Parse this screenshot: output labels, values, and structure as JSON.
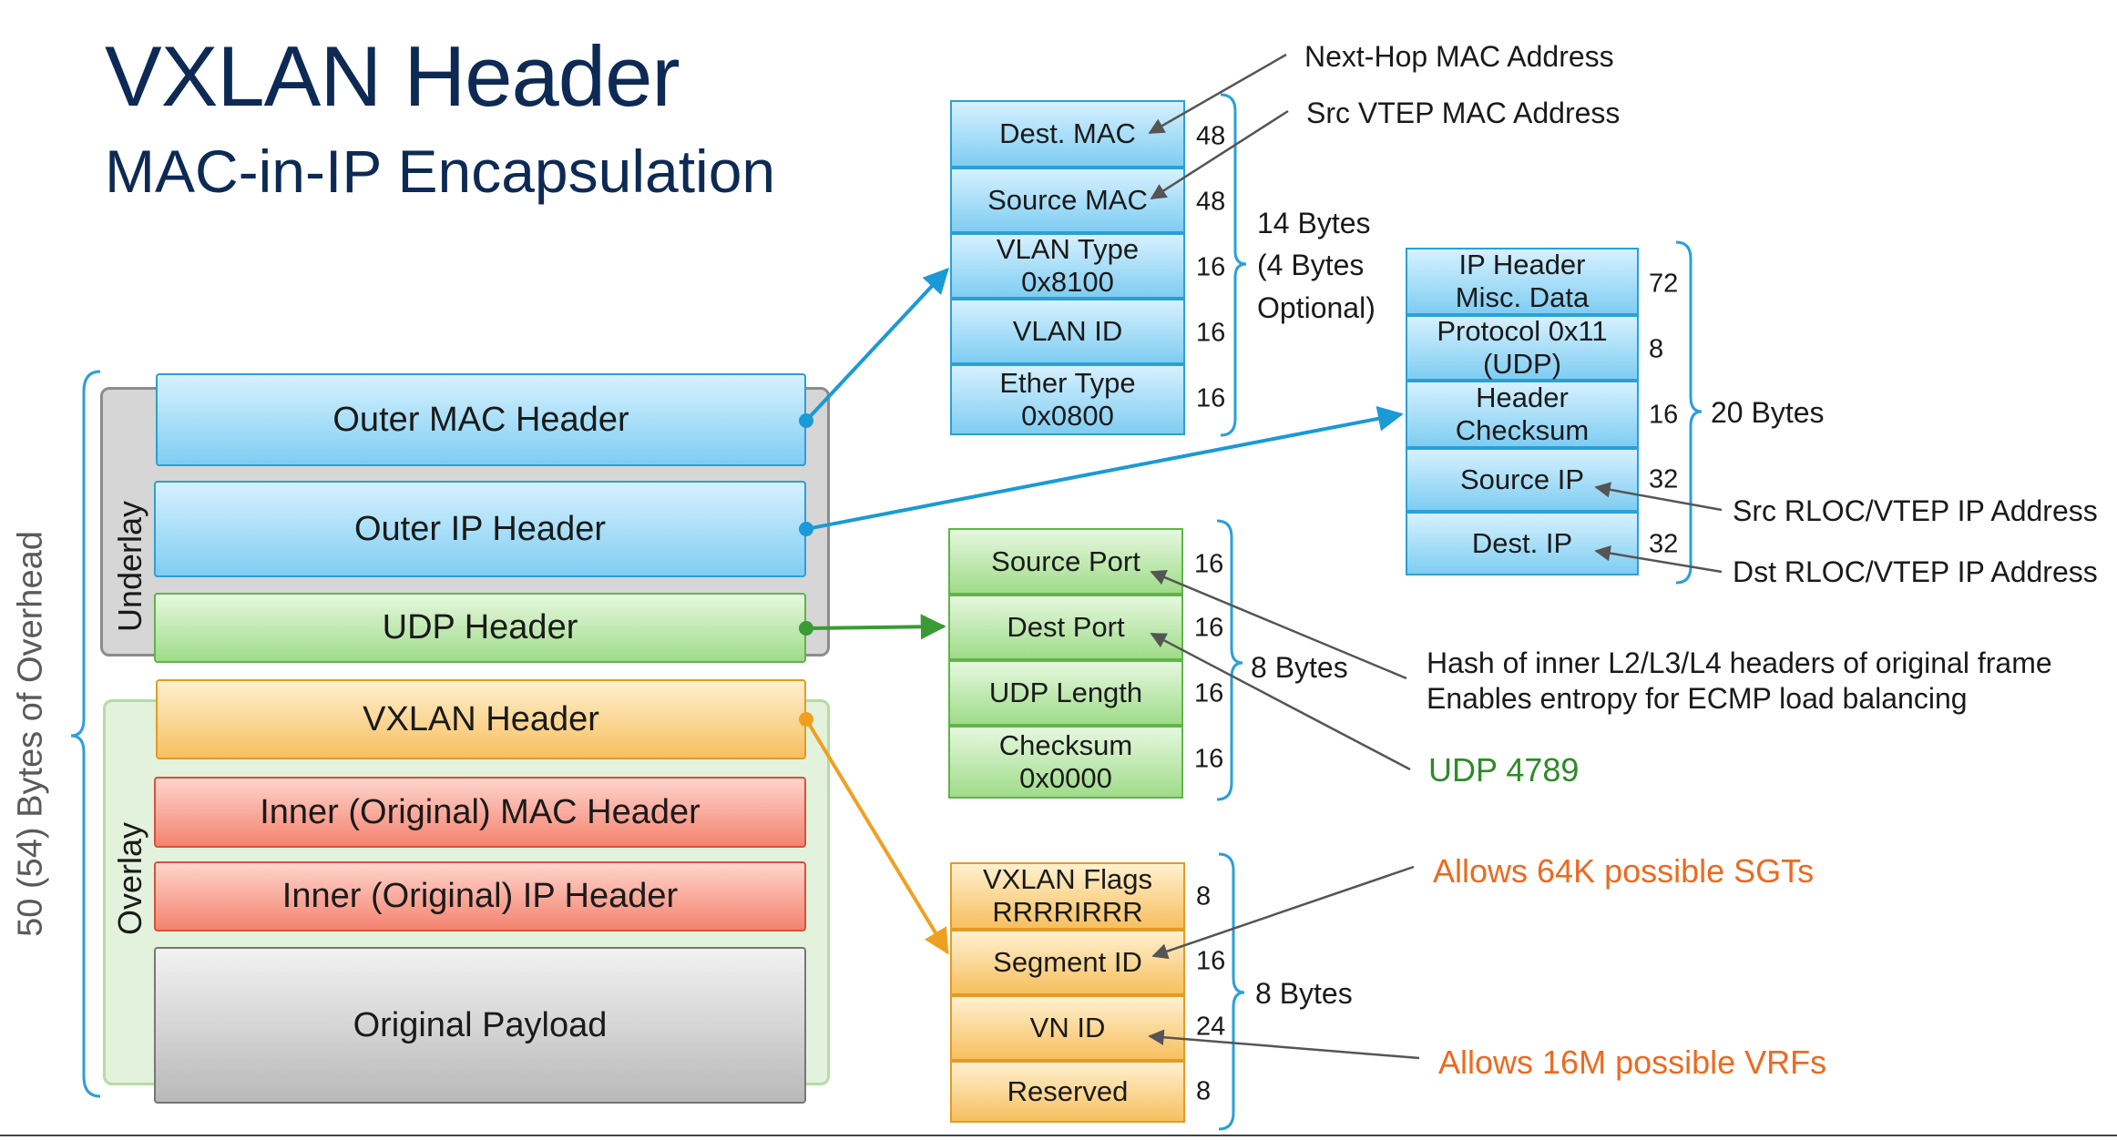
{
  "title": "VXLAN Header",
  "subtitle": "MAC-in-IP Encapsulation",
  "overhead_label": "50 (54) Bytes of Overhead",
  "underlay_label": "Underlay",
  "overlay_label": "Overlay",
  "packet_layers": [
    "Outer MAC Header",
    "Outer IP Header",
    "UDP Header",
    "VXLAN Header",
    "Inner (Original) MAC Header",
    "Inner (Original) IP Header",
    "Original Payload"
  ],
  "mac_fields": [
    {
      "name": "Dest. MAC",
      "bits": "48"
    },
    {
      "name": "Source MAC",
      "bits": "48"
    },
    {
      "name": "VLAN Type\n0x8100",
      "bits": "16"
    },
    {
      "name": "VLAN ID",
      "bits": "16"
    },
    {
      "name": "Ether Type\n0x0800",
      "bits": "16"
    }
  ],
  "mac_bytes": "14 Bytes\n(4 Bytes\nOptional)",
  "ip_fields": [
    {
      "name": "IP Header\nMisc. Data",
      "bits": "72"
    },
    {
      "name": "Protocol 0x11\n(UDP)",
      "bits": "8"
    },
    {
      "name": "Header\nChecksum",
      "bits": "16"
    },
    {
      "name": "Source IP",
      "bits": "32"
    },
    {
      "name": "Dest. IP",
      "bits": "32"
    }
  ],
  "ip_bytes": "20 Bytes",
  "udp_fields": [
    {
      "name": "Source Port",
      "bits": "16"
    },
    {
      "name": "Dest Port",
      "bits": "16"
    },
    {
      "name": "UDP Length",
      "bits": "16"
    },
    {
      "name": "Checksum\n0x0000",
      "bits": "16"
    }
  ],
  "udp_bytes": "8 Bytes",
  "vxlan_fields": [
    {
      "name": "VXLAN Flags\nRRRRIRRR",
      "bits": "8"
    },
    {
      "name": "Segment ID",
      "bits": "16"
    },
    {
      "name": "VN ID",
      "bits": "24"
    },
    {
      "name": "Reserved",
      "bits": "8"
    }
  ],
  "vxlan_bytes": "8 Bytes",
  "notes": {
    "next_hop_mac": "Next-Hop MAC Address",
    "src_vtep_mac": "Src VTEP MAC Address",
    "src_rloc": "Src RLOC/VTEP IP Address",
    "dst_rloc": "Dst RLOC/VTEP IP Address",
    "hash_line1": "Hash of inner L2/L3/L4 headers of original frame",
    "hash_line2": "Enables entropy for ECMP load balancing",
    "udp_port": "UDP 4789",
    "sgts": "Allows 64K possible SGTs",
    "vrfs": "Allows 16M possible VRFs"
  },
  "colors": {
    "title": "#0d2a55",
    "blue_arrow": "#1a9ad6",
    "green_arrow": "#3a9a35",
    "orange_arrow": "#f0a020",
    "gray_arrow": "#555555",
    "green_text": "#2e8a2a",
    "orange_text": "#ec6a1f"
  }
}
